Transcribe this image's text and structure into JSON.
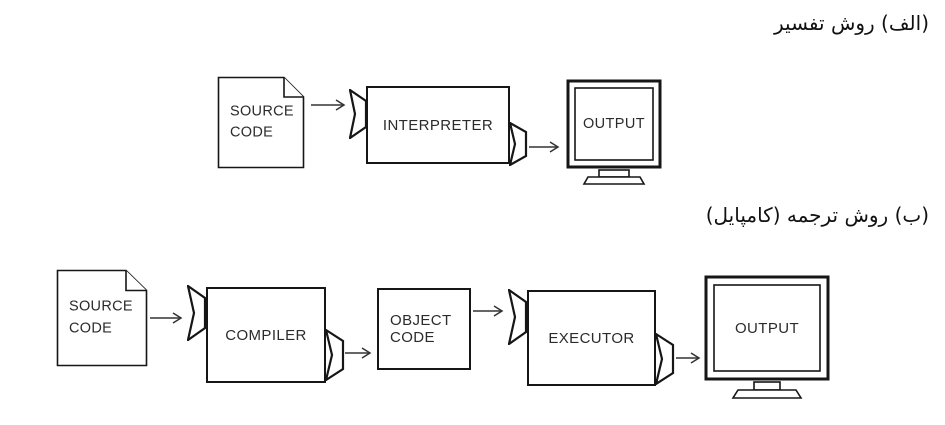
{
  "section_a": {
    "title": "(الف) روش تفسیر",
    "source": {
      "line1": "SOURCE",
      "line2": "CODE"
    },
    "interpreter": "INTERPRETER",
    "output": "OUTPUT"
  },
  "section_b": {
    "title": "(ب) روش ترجمه (کامپایل)",
    "source": {
      "line1": "SOURCE",
      "line2": "CODE"
    },
    "compiler": "COMPILER",
    "object": {
      "line1": "OBJECT",
      "line2": "CODE"
    },
    "executor": "EXECUTOR",
    "output": "OUTPUT"
  }
}
